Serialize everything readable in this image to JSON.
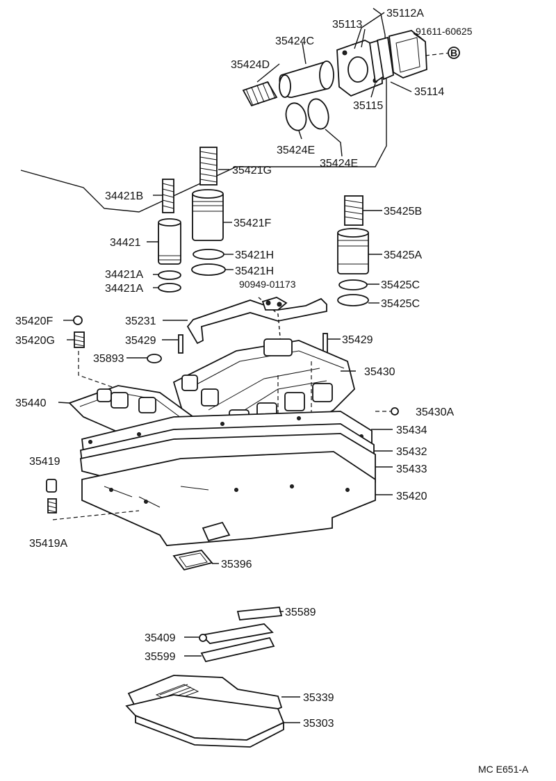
{
  "diagram_code": "MC E651-A",
  "labels": {
    "p35112A": "35112A",
    "p35113": "35113",
    "p91611": "91611-60625",
    "pB": "B",
    "p35424C": "35424C",
    "p35424D": "35424D",
    "p35114": "35114",
    "p35115": "35115",
    "p35424E_1": "35424E",
    "p35424E_2": "35424E",
    "p35421G": "35421G",
    "p34421B": "34421B",
    "p35421F": "35421F",
    "p35425B": "35425B",
    "p34421": "34421",
    "p35421H_1": "35421H",
    "p35421H_2": "35421H",
    "p35425A": "35425A",
    "p34421A_1": "34421A",
    "p34421A_2": "34421A",
    "p35425C_1": "35425C",
    "p35425C_2": "35425C",
    "p90949": "90949-01173",
    "p35420F": "35420F",
    "p35231": "35231",
    "p35420G": "35420G",
    "p35429_l": "35429",
    "p35429_r": "35429",
    "p35893": "35893",
    "p35430": "35430",
    "p35440": "35440",
    "p35430A": "35430A",
    "p35434": "35434",
    "p35432": "35432",
    "p35433": "35433",
    "p35419": "35419",
    "p35420": "35420",
    "p35419A": "35419A",
    "p35396": "35396",
    "p35589": "35589",
    "p35409": "35409",
    "p35599": "35599",
    "p35339": "35339",
    "p35303": "35303"
  }
}
